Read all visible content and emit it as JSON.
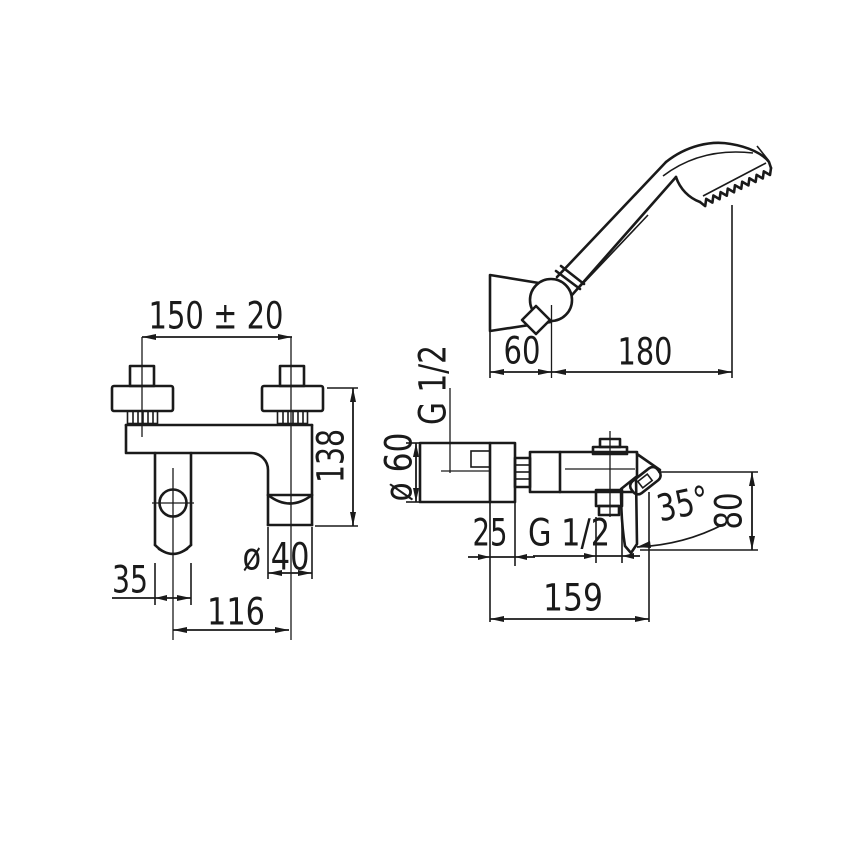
{
  "front": {
    "span": "150 ± 20",
    "height": "138",
    "spout_diameter": "ø 40",
    "valve_width": "35",
    "spout_offset": "116"
  },
  "side": {
    "inlet_thread": "G 1/2",
    "flange_diameter": "ø 60",
    "flange_depth": "25",
    "hose_thread": "G 1/2",
    "spout_angle": "35°",
    "spout_drop": "80",
    "reach": "159"
  },
  "shower": {
    "holder_depth": "60",
    "head_length": "180"
  },
  "colors": {
    "line": "#1a1a1a",
    "background": "#ffffff"
  }
}
